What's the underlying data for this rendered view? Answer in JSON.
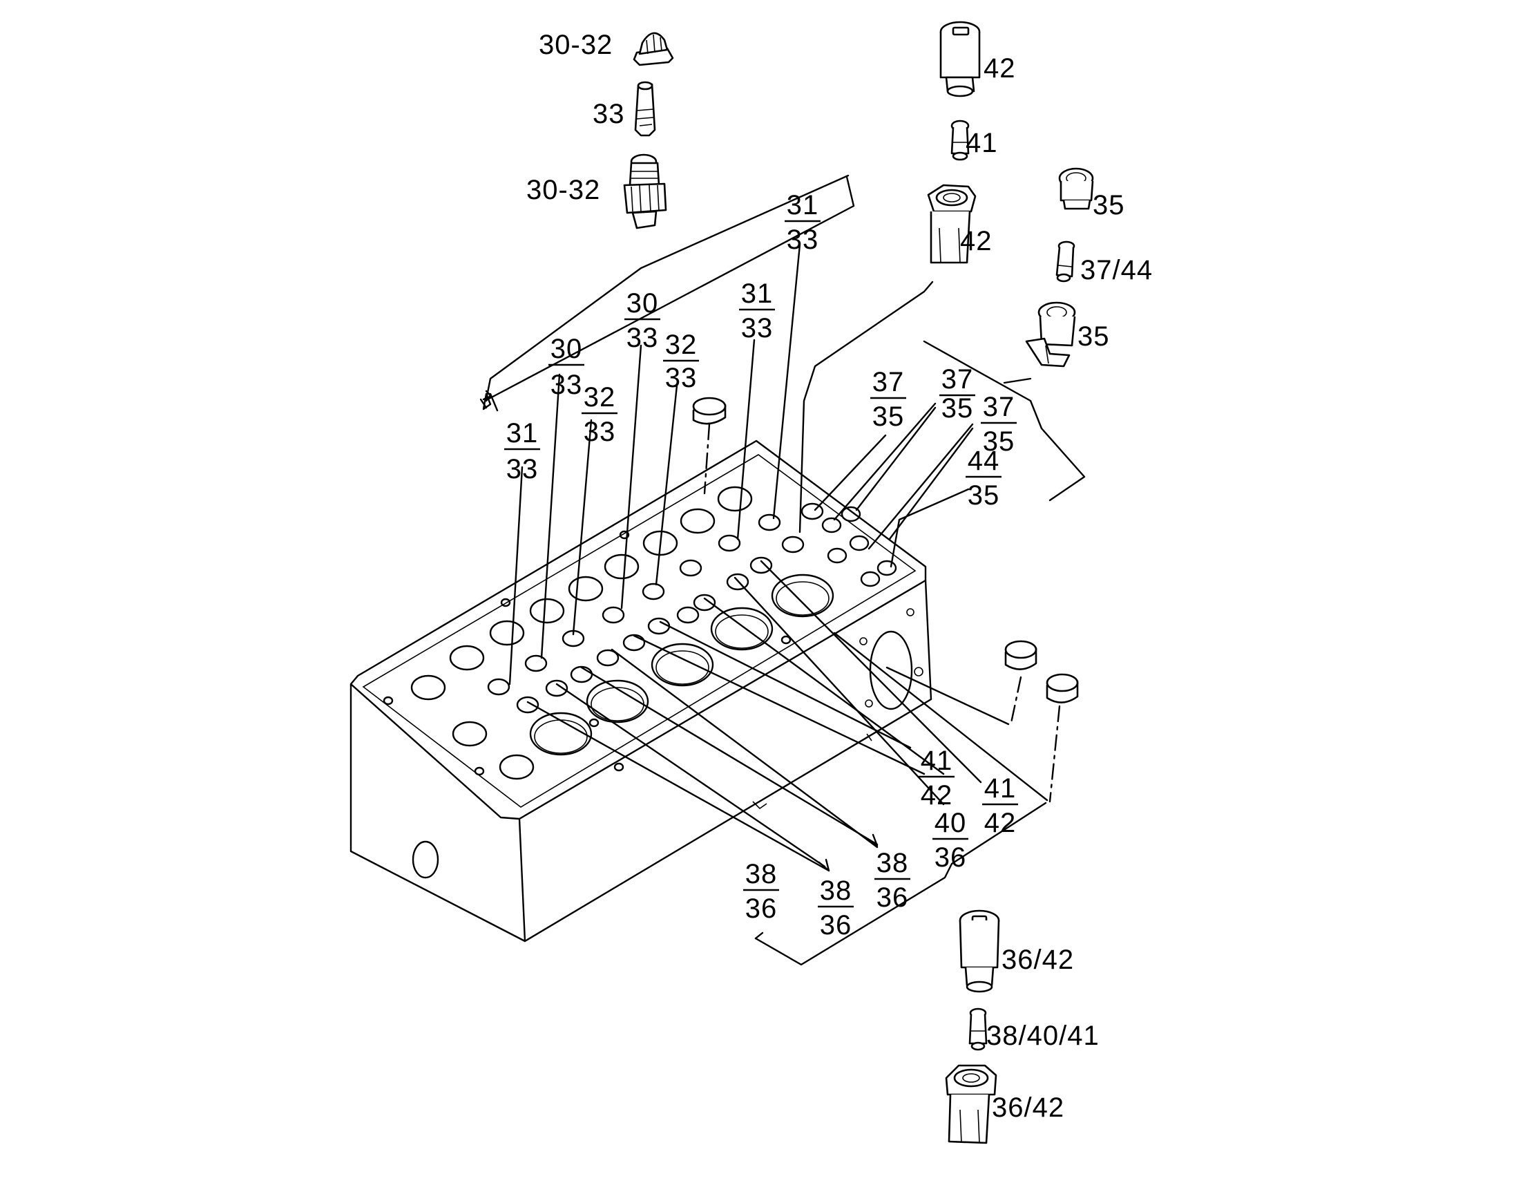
{
  "callouts": {
    "fr_31_33_a": {
      "num": "31",
      "den": "33"
    },
    "fr_31_33_b": {
      "num": "31",
      "den": "33"
    },
    "fr_30_33_a": {
      "num": "30",
      "den": "33"
    },
    "fr_32_33_a": {
      "num": "32",
      "den": "33"
    },
    "fr_30_33_b": {
      "num": "30",
      "den": "33"
    },
    "fr_32_33_b": {
      "num": "32",
      "den": "33"
    },
    "fr_31_33_c": {
      "num": "31",
      "den": "33"
    },
    "fr_37_35_a": {
      "num": "37",
      "den": "35"
    },
    "fr_37_35_b": {
      "num": "37",
      "den": "35"
    },
    "fr_37_35_c": {
      "num": "37",
      "den": "35"
    },
    "fr_44_35": {
      "num": "44",
      "den": "35"
    },
    "fr_41_42_a": {
      "num": "41",
      "den": "42"
    },
    "fr_41_42_b": {
      "num": "41",
      "den": "42"
    },
    "fr_40_36": {
      "num": "40",
      "den": "36"
    },
    "fr_38_36_a": {
      "num": "38",
      "den": "36"
    },
    "fr_38_36_b": {
      "num": "38",
      "den": "36"
    },
    "fr_38_36_c": {
      "num": "38",
      "den": "36"
    }
  },
  "parts": {
    "p_30_32_top": "30-32",
    "p_33": "33",
    "p_30_32_bottom": "30-32",
    "p_42_top": "42",
    "p_41": "41",
    "p_42_mid": "42",
    "p_35_top": "35",
    "p_37_44": "37/44",
    "p_35_bottom": "35",
    "p_36_42_top": "36/42",
    "p_38_40_41": "38/40/41",
    "p_36_42_bottom": "36/42"
  }
}
